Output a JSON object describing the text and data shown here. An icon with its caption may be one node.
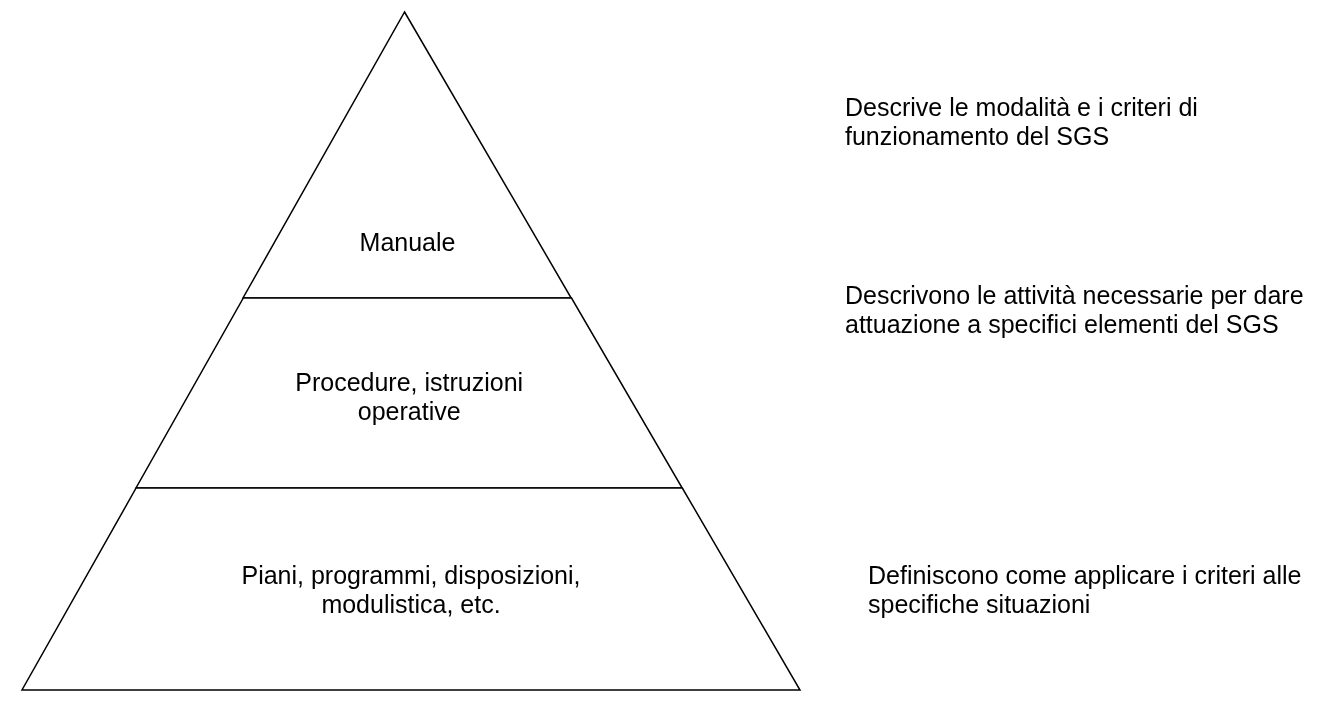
{
  "diagram": {
    "nodes": [
      {
        "text": [
          "Manuale"
        ]
      },
      {
        "text": [
          "Procedure, istruzioni operative"
        ]
      },
      {
        "text": [
          "Piani, programmi, disposizioni, modulistica, etc."
        ]
      }
    ],
    "labels": [
      "Descrive le modalità e i criteri di funzionamento del SGS",
      "Descrivono le attività necessarie per dare attuazione a specifici elementi del SGS",
      "Definiscono come applicare i criteri alle specifiche situazioni"
    ]
  }
}
